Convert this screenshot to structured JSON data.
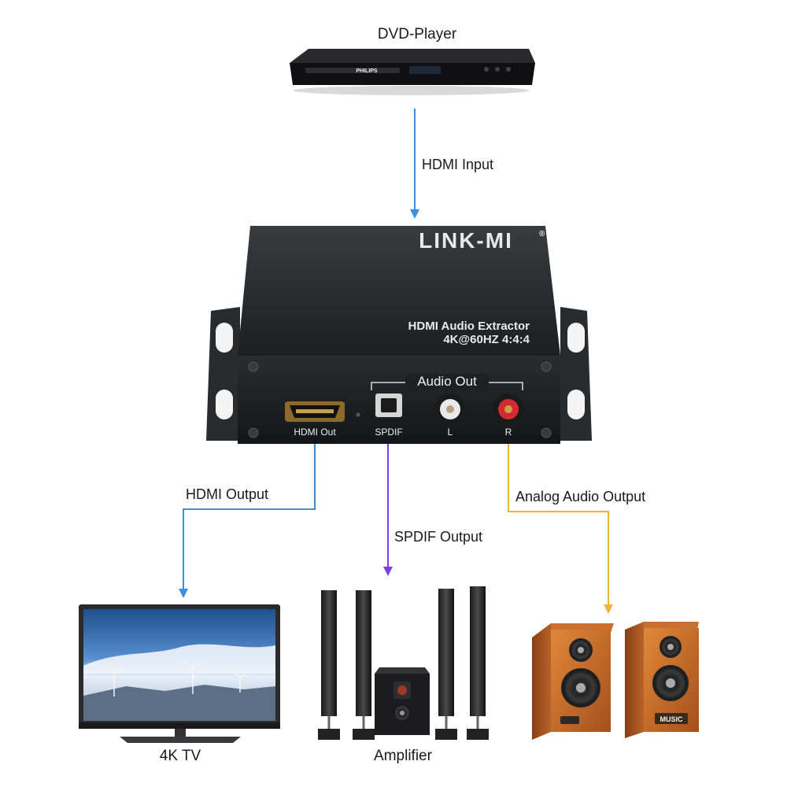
{
  "devices": {
    "dvd_player": {
      "label": "DVD-Player",
      "brand": "PHILIPS"
    },
    "extractor": {
      "brand": "LINK-MI",
      "registered": "®",
      "model_line1": "HDMI Audio Extractor",
      "model_line2": "4K@60HZ 4:4:4",
      "audio_out_label": "Audio Out",
      "port_hdmi_out": "HDMI Out",
      "port_spdif": "SPDIF",
      "port_left": "L",
      "port_right": "R"
    },
    "tv": {
      "label": "4K TV"
    },
    "amplifier": {
      "label": "Amplifier"
    },
    "speakers": {
      "badge": "MUSIC"
    }
  },
  "connections": {
    "hdmi_input": {
      "label": "HDMI Input",
      "color": "#3d8fe6"
    },
    "hdmi_output": {
      "label": "HDMI Output",
      "color": "#3d8fe6"
    },
    "spdif_output": {
      "label": "SPDIF Output",
      "color": "#7a3ee8"
    },
    "analog_output": {
      "label": "Analog Audio Output",
      "color": "#f0b43a"
    }
  }
}
